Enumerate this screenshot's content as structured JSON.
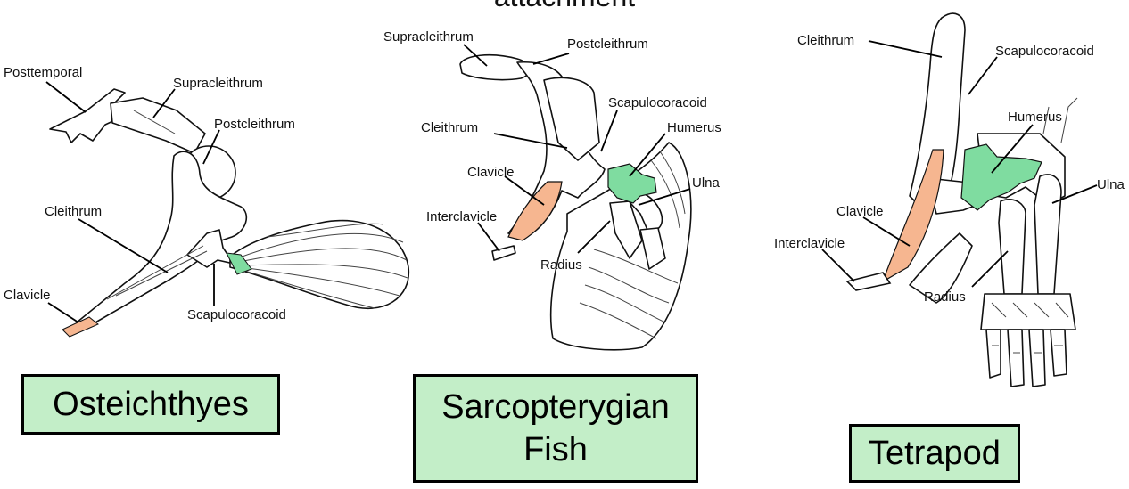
{
  "title": "attachment",
  "colors": {
    "humerus_green": "#7fdca0",
    "clavicle_orange": "#f6b690",
    "box_fill": "#c3eec8",
    "outline": "#111111"
  },
  "panels": [
    {
      "name": "Osteichthyes",
      "labels": {
        "posttemporal": "Posttemporal",
        "supracleithrum": "Supracleithrum",
        "postcleithrum": "Postcleithrum",
        "cleithrum": "Cleithrum",
        "clavicle": "Clavicle",
        "scapulocoracoid": "Scapulocoracoid"
      }
    },
    {
      "name": "Sarcopterygian Fish",
      "name_line1": "Sarcopterygian",
      "name_line2": "Fish",
      "labels": {
        "supracleithrum": "Supracleithrum",
        "postcleithrum": "Postcleithrum",
        "scapulocoracoid": "Scapulocoracoid",
        "cleithrum": "Cleithrum",
        "humerus": "Humerus",
        "clavicle": "Clavicle",
        "ulna": "Ulna",
        "interclavicle": "Interclavicle",
        "radius": "Radius"
      }
    },
    {
      "name": "Tetrapod",
      "labels": {
        "cleithrum": "Cleithrum",
        "scapulocoracoid": "Scapulocoracoid",
        "humerus": "Humerus",
        "ulna": "Ulna",
        "clavicle": "Clavicle",
        "interclavicle": "Interclavicle",
        "radius": "Radius"
      }
    }
  ]
}
